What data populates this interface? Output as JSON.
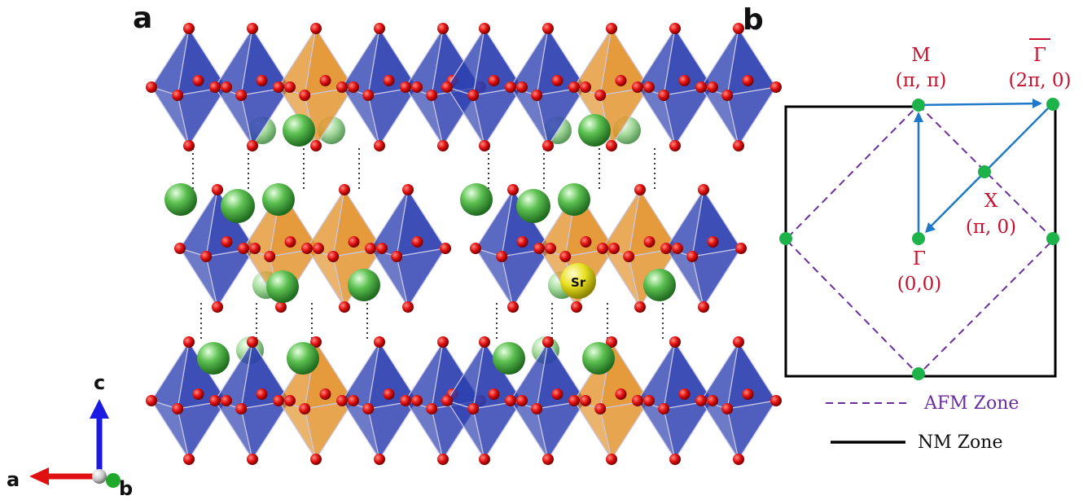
{
  "panels": {
    "a": "a",
    "b": "b"
  },
  "axes": {
    "a": "a",
    "b": "b",
    "c": "c"
  },
  "structure": {
    "atom_label": "Sr",
    "colors": {
      "octahedron_blue": "#2c3fb0",
      "octahedron_orange": "#e08a1a",
      "oxygen": "#e01010",
      "green_atom": "#3aa83a",
      "sr_atom": "#e8e020"
    }
  },
  "brillouin": {
    "points": {
      "M": {
        "name": "M",
        "coord": "(π, π)"
      },
      "Gbar": {
        "name": "Γ",
        "coord": "(2π, 0)"
      },
      "X": {
        "name": "X",
        "coord": "(π, 0)"
      },
      "Gamma": {
        "name": "Γ",
        "coord": "(0,0)"
      }
    },
    "legend": {
      "afm": "AFM Zone",
      "nm": "NM Zone"
    },
    "colors": {
      "afm": "#6a2ea0",
      "nm": "#000000",
      "path": "#1f78c8",
      "point": "#1db34a",
      "label": "#c8102e"
    }
  }
}
